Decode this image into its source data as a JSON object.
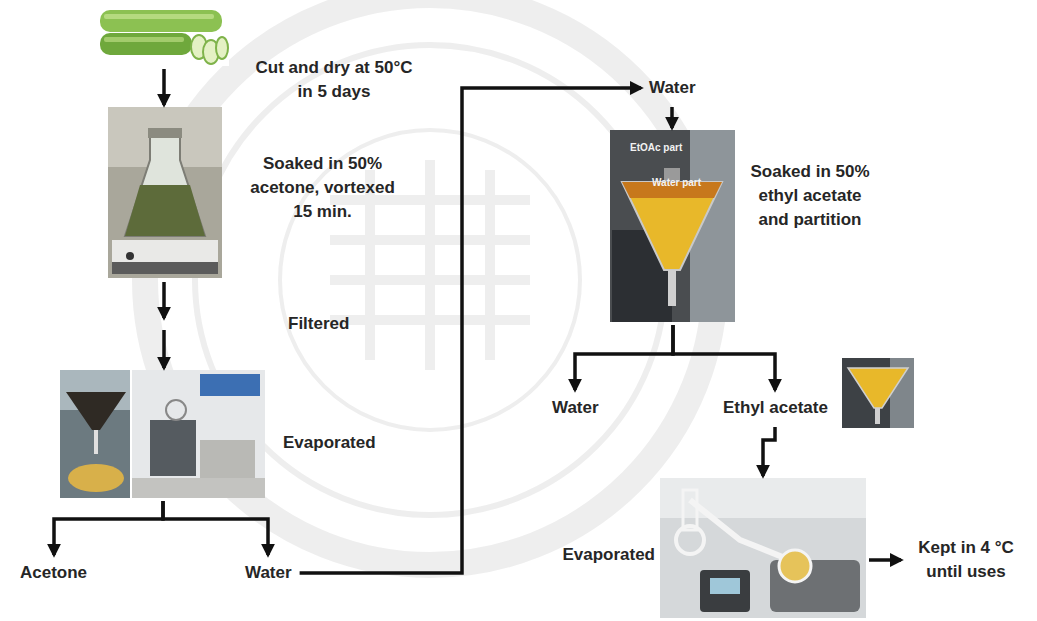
{
  "diagram": {
    "nodes": [
      {
        "text": [
          "Cut and dry at 50°C in 5 days"
        ]
      },
      {
        "text": [
          "Soaked in 50% acetone, vortexed 15 min."
        ]
      },
      {
        "text": [
          "Evaporated"
        ]
      },
      {
        "text": [
          "Acetone"
        ]
      },
      {
        "text": [
          "Water"
        ]
      },
      {
        "text": [
          "Water"
        ]
      },
      {
        "text": [
          "Soaked in 50% ethyl acetate and partition"
        ]
      },
      {
        "text": [
          "Water"
        ]
      },
      {
        "text": [
          "Ethyl acetate"
        ]
      },
      {
        "text": [
          "Evaporated"
        ]
      },
      {
        "text": [
          "Kept in 4 °C until uses"
        ]
      }
    ],
    "edges": [
      {
        "from": 0,
        "to": 1,
        "arrow": "to"
      },
      {
        "from": 1,
        "to": 2,
        "arrow": "to",
        "label": "Filtered"
      },
      {
        "from": 2,
        "to": 3,
        "arrow": "to"
      },
      {
        "from": 2,
        "to": 4,
        "arrow": "to"
      },
      {
        "from": 4,
        "to": 5,
        "arrow": "to"
      },
      {
        "from": 5,
        "to": 6,
        "arrow": "to"
      },
      {
        "from": 6,
        "to": 7,
        "arrow": "to"
      },
      {
        "from": 6,
        "to": 8,
        "arrow": "to"
      },
      {
        "from": 8,
        "to": 9,
        "arrow": "to"
      },
      {
        "from": 9,
        "to": 10,
        "arrow": "to"
      }
    ],
    "labels": [
      "EtOAc part",
      "Water part"
    ]
  }
}
